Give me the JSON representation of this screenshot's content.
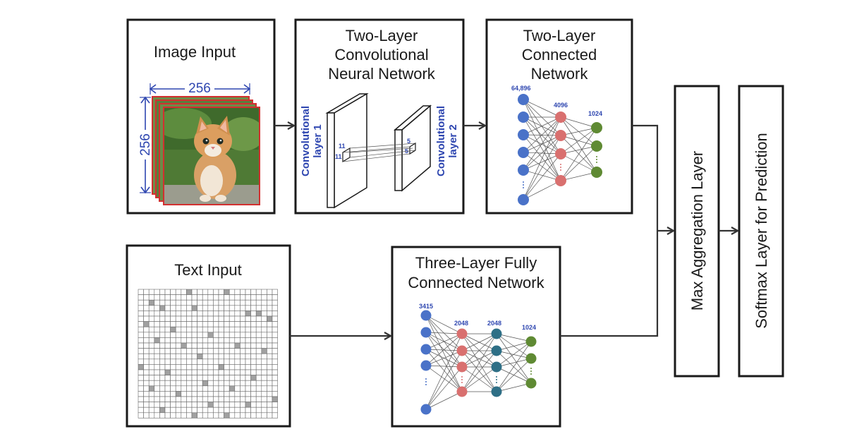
{
  "colors": {
    "text": "#1a1a1a",
    "accent_blue": "#2e46b0",
    "node_blue": "#4a72c8",
    "node_red": "#d9706f",
    "node_teal": "#2e6f86",
    "node_green": "#5f8a33",
    "grid_fill": "#a0a0a0",
    "frame_red": "#d23030"
  },
  "image_input": {
    "title": "Image Input",
    "width_label": "256",
    "height_label": "256",
    "picture": "kitten-photo"
  },
  "cnn": {
    "title": [
      "Two-Layer",
      "Convolutional",
      "Neural Network"
    ],
    "layer1_label": [
      "Convolutional",
      "layer 1"
    ],
    "layer2_label": [
      "Convolutional",
      "layer 2"
    ],
    "kernel1": "11",
    "kernel2": "5"
  },
  "connected": {
    "title": [
      "Two-Layer",
      "Connected",
      "Network"
    ],
    "layer_sizes": [
      "64,896",
      "4096",
      "1024"
    ]
  },
  "text_input": {
    "title": "Text Input"
  },
  "fully_connected": {
    "title": [
      "Three-Layer Fully",
      "Connected Network"
    ],
    "layer_sizes": [
      "3415",
      "2048",
      "2048",
      "1024"
    ]
  },
  "max_aggregation": {
    "title": "Max Aggregation Layer"
  },
  "softmax": {
    "title": "Softmax Layer for Prediction"
  }
}
